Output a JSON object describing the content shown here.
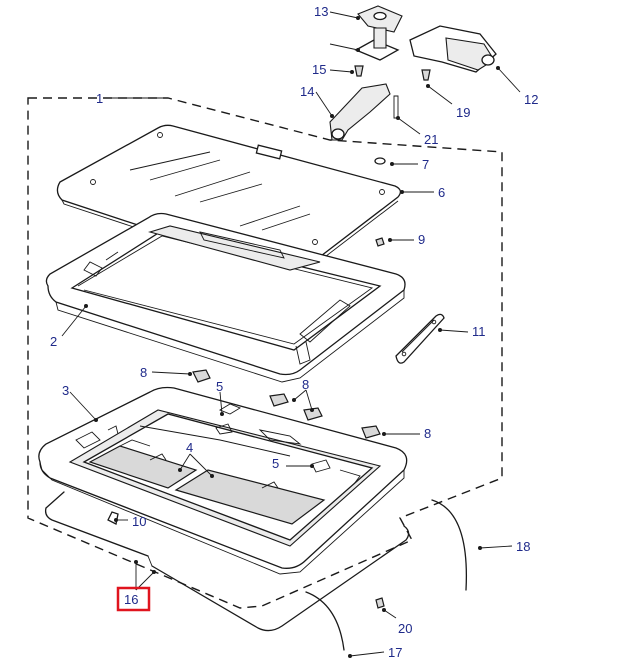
{
  "diagram": {
    "highlight_color": "#e0141e",
    "label_color": "#1f2a8a",
    "callouts": [
      {
        "id": "c1",
        "label": "1"
      },
      {
        "id": "c2",
        "label": "2"
      },
      {
        "id": "c3",
        "label": "3"
      },
      {
        "id": "c4",
        "label": "4"
      },
      {
        "id": "c5a",
        "label": "5"
      },
      {
        "id": "c5b",
        "label": "5"
      },
      {
        "id": "c6",
        "label": "6"
      },
      {
        "id": "c7",
        "label": "7"
      },
      {
        "id": "c8a",
        "label": "8"
      },
      {
        "id": "c8b",
        "label": "8"
      },
      {
        "id": "c8c",
        "label": "8"
      },
      {
        "id": "c9",
        "label": "9"
      },
      {
        "id": "c10",
        "label": "10"
      },
      {
        "id": "c11",
        "label": "11"
      },
      {
        "id": "c12",
        "label": "12"
      },
      {
        "id": "c13",
        "label": "13"
      },
      {
        "id": "c14",
        "label": "14"
      },
      {
        "id": "c15",
        "label": "15"
      },
      {
        "id": "c16",
        "label": "16",
        "highlighted": true
      },
      {
        "id": "c17",
        "label": "17"
      },
      {
        "id": "c18",
        "label": "18"
      },
      {
        "id": "c19",
        "label": "19"
      },
      {
        "id": "c20",
        "label": "20"
      },
      {
        "id": "c21",
        "label": "21"
      }
    ]
  }
}
